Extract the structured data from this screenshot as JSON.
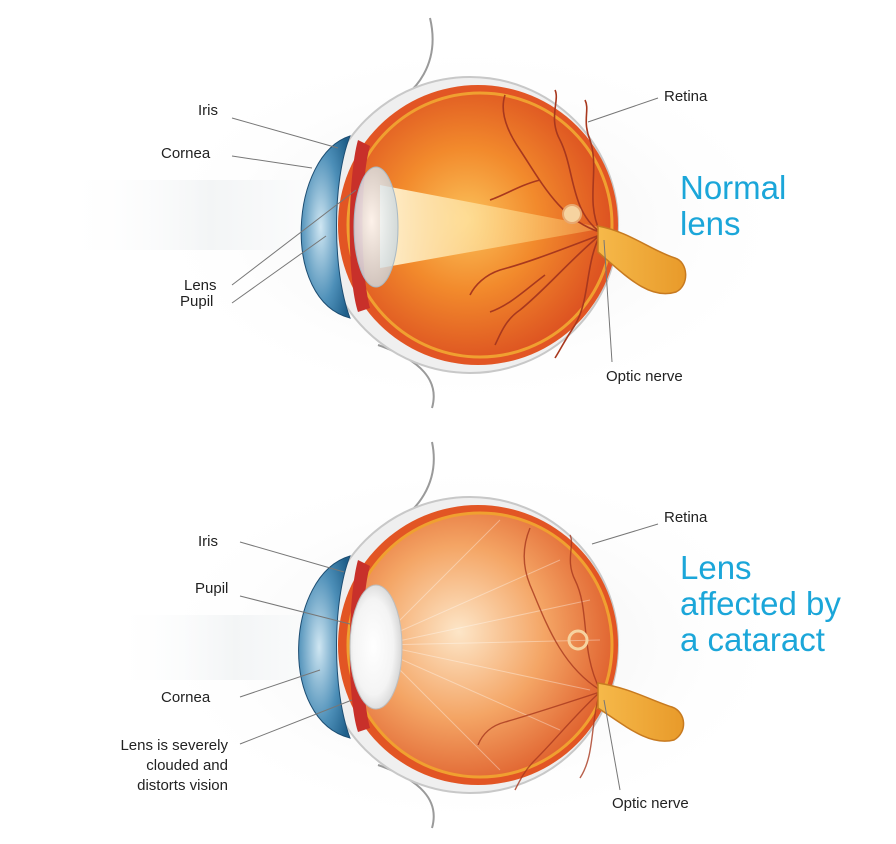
{
  "normal": {
    "labels": {
      "iris": "Iris",
      "cornea": "Cornea",
      "lens": "Lens",
      "pupil": "Pupil",
      "retina": "Retina",
      "optic_nerve": "Optic nerve"
    },
    "title_lines": [
      "Normal",
      "lens"
    ]
  },
  "cataract": {
    "labels": {
      "iris": "Iris",
      "pupil": "Pupil",
      "cornea": "Cornea",
      "clouded_lens": [
        "Lens is severely",
        "clouded and",
        "distorts vision"
      ],
      "retina": "Retina",
      "optic_nerve": "Optic nerve"
    },
    "title_lines": [
      "Lens",
      "affected by",
      "a cataract"
    ]
  },
  "colors": {
    "title": "#1ba6d9",
    "sclera": "#e8562a",
    "eye_interior": "#f07a28",
    "cornea": "#2a78a8",
    "lens_normal": "#e6eef2",
    "lens_cataract": "#ffffff",
    "optic_nerve": "#f2a83a",
    "vessels": "#b03a1e"
  }
}
